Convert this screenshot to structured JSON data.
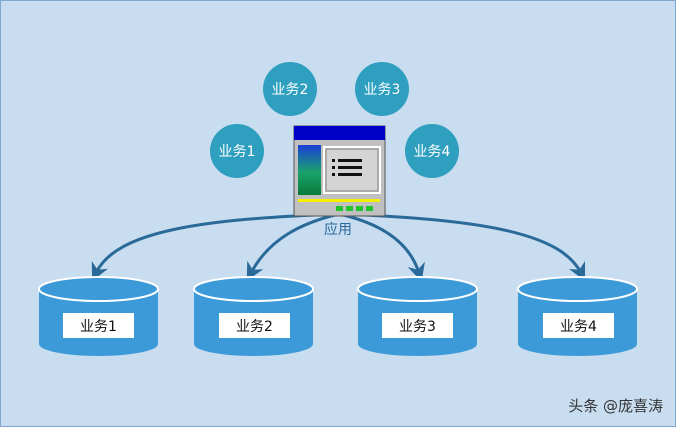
{
  "diagram": {
    "app_label": "应用",
    "circles": [
      "业务1",
      "业务2",
      "业务3",
      "业务4"
    ],
    "databases": [
      "业务1",
      "业务2",
      "业务3",
      "业务4"
    ],
    "colors": {
      "background": "#c9ddf1",
      "circle": "#2e9fbf",
      "database": "#3d9ad8",
      "arrow": "#2a6a99",
      "window_title": "#0000c8"
    }
  },
  "watermark": "头条 @庞喜涛"
}
